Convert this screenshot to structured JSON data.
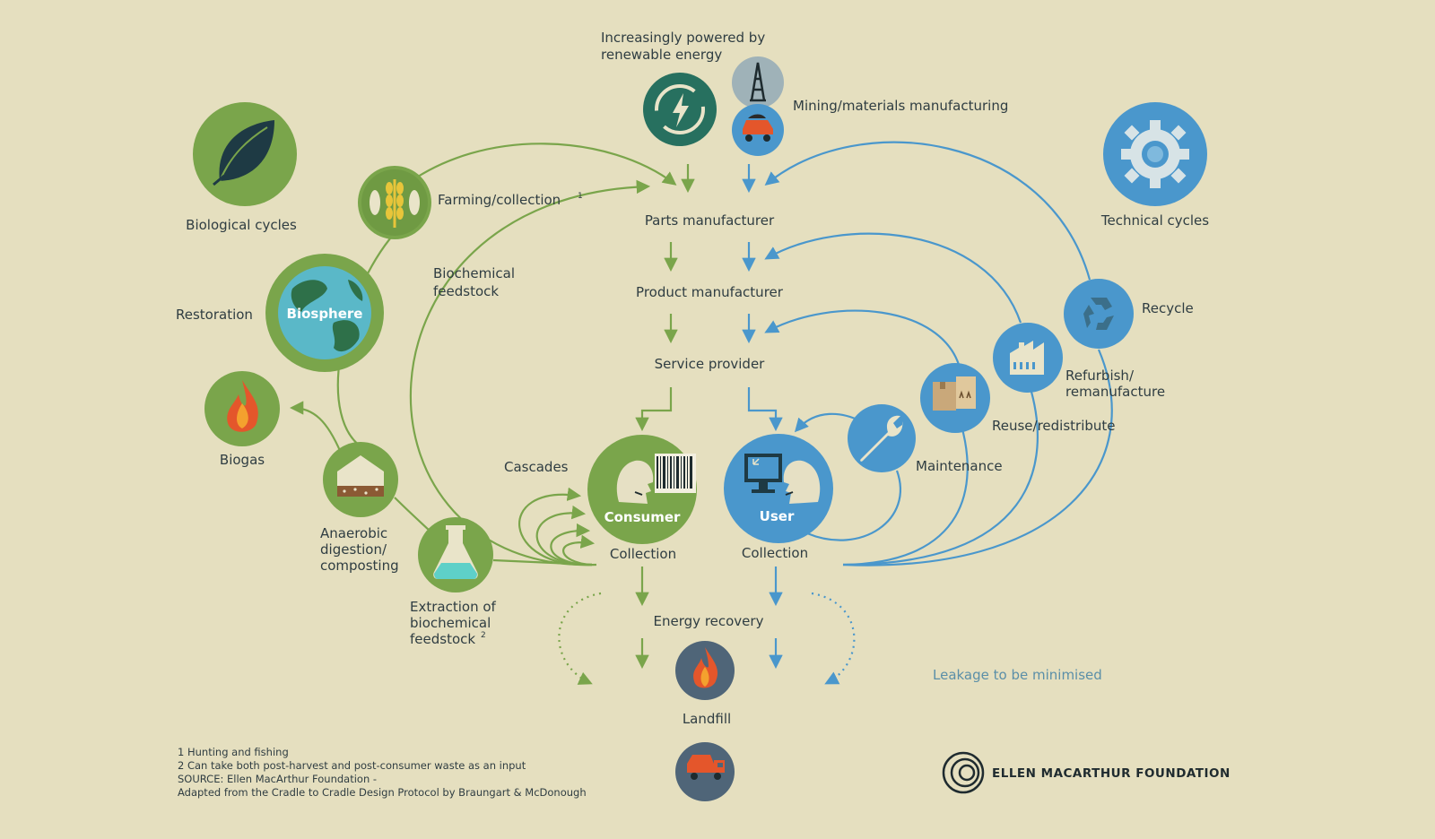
{
  "colors": {
    "background": "#e5dfbf",
    "biological_green": "#7aa54b",
    "technical_blue": "#4a97cc",
    "dark_teal": "#27705f",
    "slate": "#4f6578",
    "text": "#2f3d42"
  },
  "top": {
    "renewable_line1": "Increasingly powered by",
    "renewable_line2": "renewable energy",
    "mining": "Mining/materials manufacturing"
  },
  "center": {
    "parts": "Parts manufacturer",
    "product": "Product manufacturer",
    "service": "Service provider",
    "consumer": "Consumer",
    "user": "User",
    "collection_left": "Collection",
    "collection_right": "Collection",
    "energy_recovery": "Energy recovery",
    "landfill": "Landfill"
  },
  "biological": {
    "title": "Biological cycles",
    "farming": "Farming/collection",
    "farming_note": "1",
    "biosphere": "Biosphere",
    "restoration": "Restoration",
    "biochemical_line1": "Biochemical",
    "biochemical_line2": "feedstock",
    "biogas": "Biogas",
    "anaerobic_line1": "Anaerobic",
    "anaerobic_line2": "digestion/",
    "anaerobic_line3": "composting",
    "cascades": "Cascades",
    "extraction_line1": "Extraction of",
    "extraction_line2": "biochemical",
    "extraction_line3": "feedstock",
    "extraction_note": "2"
  },
  "technical": {
    "title": "Technical cycles",
    "recycle": "Recycle",
    "refurbish_line1": "Refurbish/",
    "refurbish_line2": "remanufacture",
    "reuse": "Reuse/redistribute",
    "maintenance": "Maintenance",
    "leakage": "Leakage to be minimised"
  },
  "footnotes": {
    "note1": "1  Hunting and fishing",
    "note2": "2 Can take both post-harvest and post-consumer waste as an input",
    "source1": "SOURCE: Ellen MacArthur Foundation -",
    "source2": "Adapted from the Cradle to Cradle Design Protocol by Braungart & McDonough"
  },
  "logo": {
    "text": "ELLEN MACARTHUR FOUNDATION"
  }
}
